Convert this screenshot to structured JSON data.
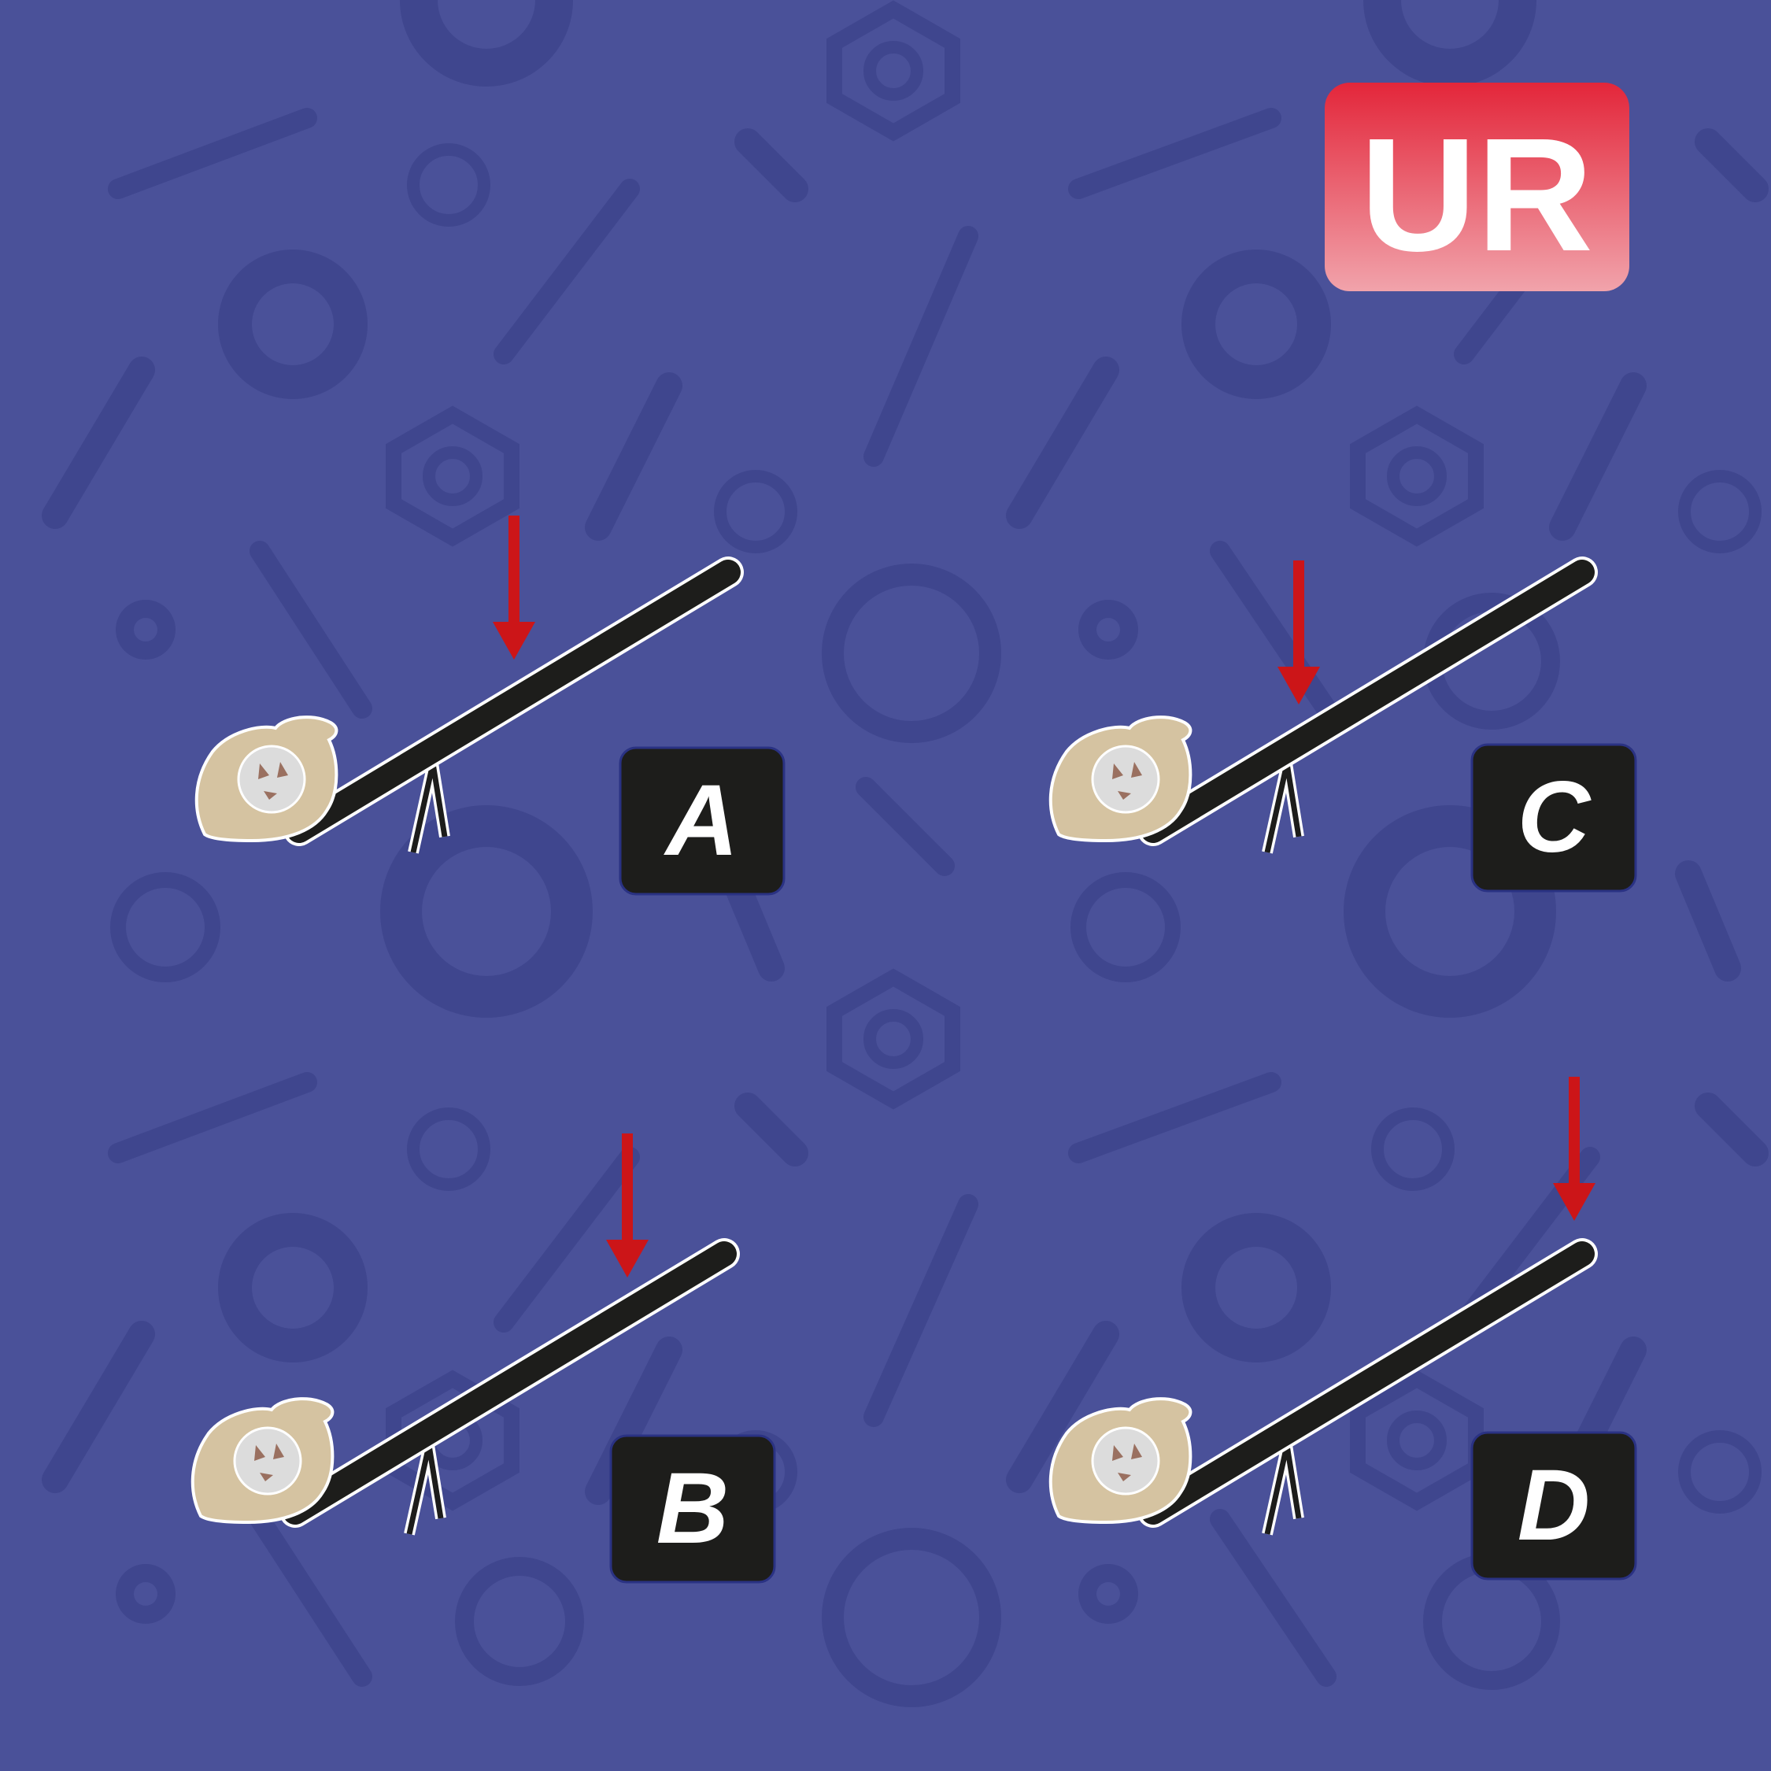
{
  "badge": {
    "text": "UR"
  },
  "options": [
    {
      "label": "A"
    },
    {
      "label": "B"
    },
    {
      "label": "C"
    },
    {
      "label": "D"
    }
  ],
  "colors": {
    "background": "#4a5199",
    "pattern": "#3d448c",
    "beam": "#1d1d1b",
    "arrow": "#cc1518",
    "sack": "#d5c3a1",
    "label_box": "#1d1d1b",
    "badge_top": "#e3263a",
    "badge_bottom": "#f1a3ab"
  },
  "icons": [
    "gear-icon",
    "wrench-icon",
    "bolt-icon",
    "nut-icon",
    "arrow-icon",
    "sack-icon"
  ]
}
